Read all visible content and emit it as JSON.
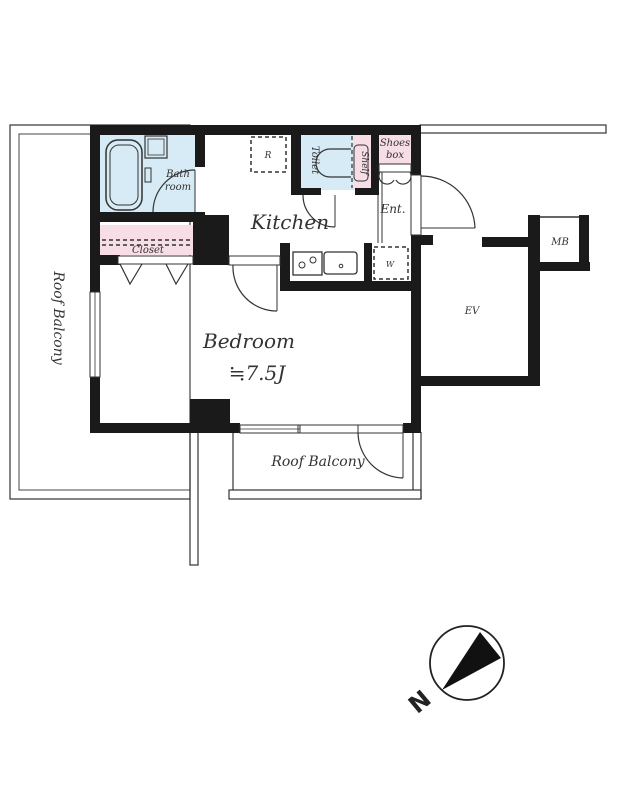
{
  "colors": {
    "wall": "#1a1a1a",
    "wet_area": "#d6ebf5",
    "storage": "#f6dde6",
    "line": "#333333",
    "background": "#ffffff"
  },
  "rooms": {
    "kitchen": {
      "label": "Kitchen"
    },
    "bedroom": {
      "label": "Bedroom",
      "area": "≒7.5J"
    },
    "bathroom": {
      "label_line1": "Bath",
      "label_line2": "room"
    },
    "toilet": {
      "label": "Toilet"
    },
    "shelf": {
      "label": "Shelf"
    },
    "shoes_box": {
      "label_line1": "Shoes",
      "label_line2": "box"
    },
    "entrance": {
      "label": "Ent."
    },
    "closet": {
      "label": "Closet"
    },
    "refrigerator_space": {
      "label": "R"
    },
    "washer_space": {
      "label": "W"
    },
    "elevator": {
      "label": "EV"
    },
    "meter_box": {
      "label": "MB"
    },
    "roof_balcony_side": {
      "label": "Roof Balcony"
    },
    "roof_balcony_front": {
      "label": "Roof Balcony"
    }
  },
  "compass": {
    "north_label": "N"
  }
}
